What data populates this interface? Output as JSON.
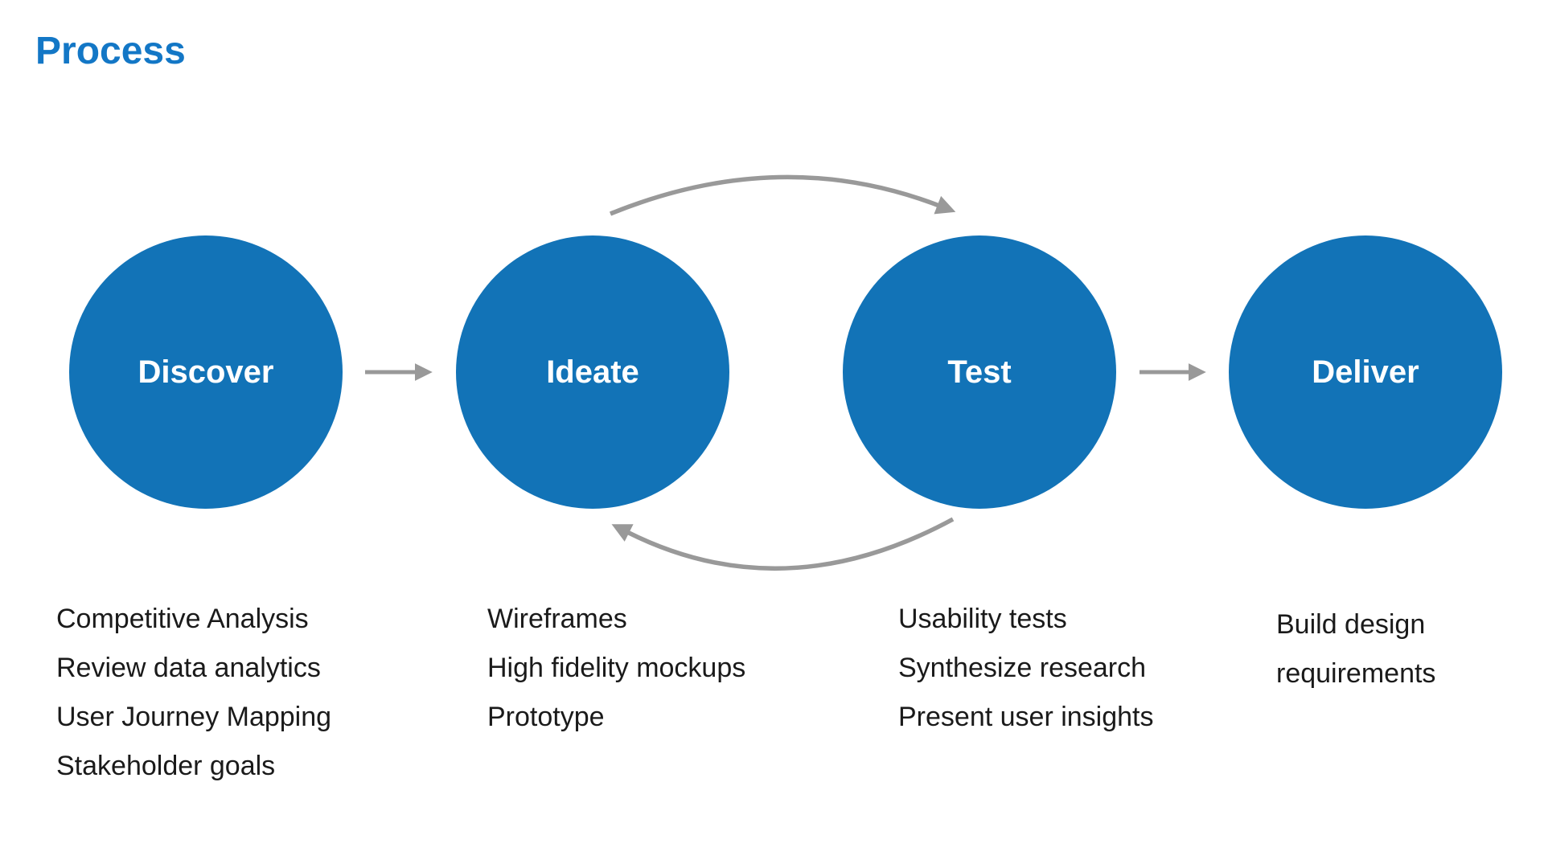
{
  "title": "Process",
  "colors": {
    "title-blue": "#1377c6",
    "circle-blue": "#1273b7",
    "arrow-gray": "#999999",
    "text-dark": "#1a1a1a"
  },
  "stages": [
    {
      "label": "Discover",
      "items": [
        "Competitive Analysis",
        "Review data analytics",
        "User Journey Mapping",
        "Stakeholder goals"
      ]
    },
    {
      "label": "Ideate",
      "items": [
        "Wireframes",
        "High fidelity mockups",
        "Prototype"
      ]
    },
    {
      "label": "Test",
      "items": [
        "Usability tests",
        "Synthesize research",
        "Present user insights"
      ]
    },
    {
      "label": "Deliver",
      "items": [
        "Build design requirements"
      ]
    }
  ],
  "flows": [
    {
      "from": "Discover",
      "to": "Ideate",
      "shape": "straight"
    },
    {
      "from": "Ideate",
      "to": "Test",
      "shape": "curved-top"
    },
    {
      "from": "Test",
      "to": "Ideate",
      "shape": "curved-bottom"
    },
    {
      "from": "Test",
      "to": "Deliver",
      "shape": "straight"
    }
  ]
}
